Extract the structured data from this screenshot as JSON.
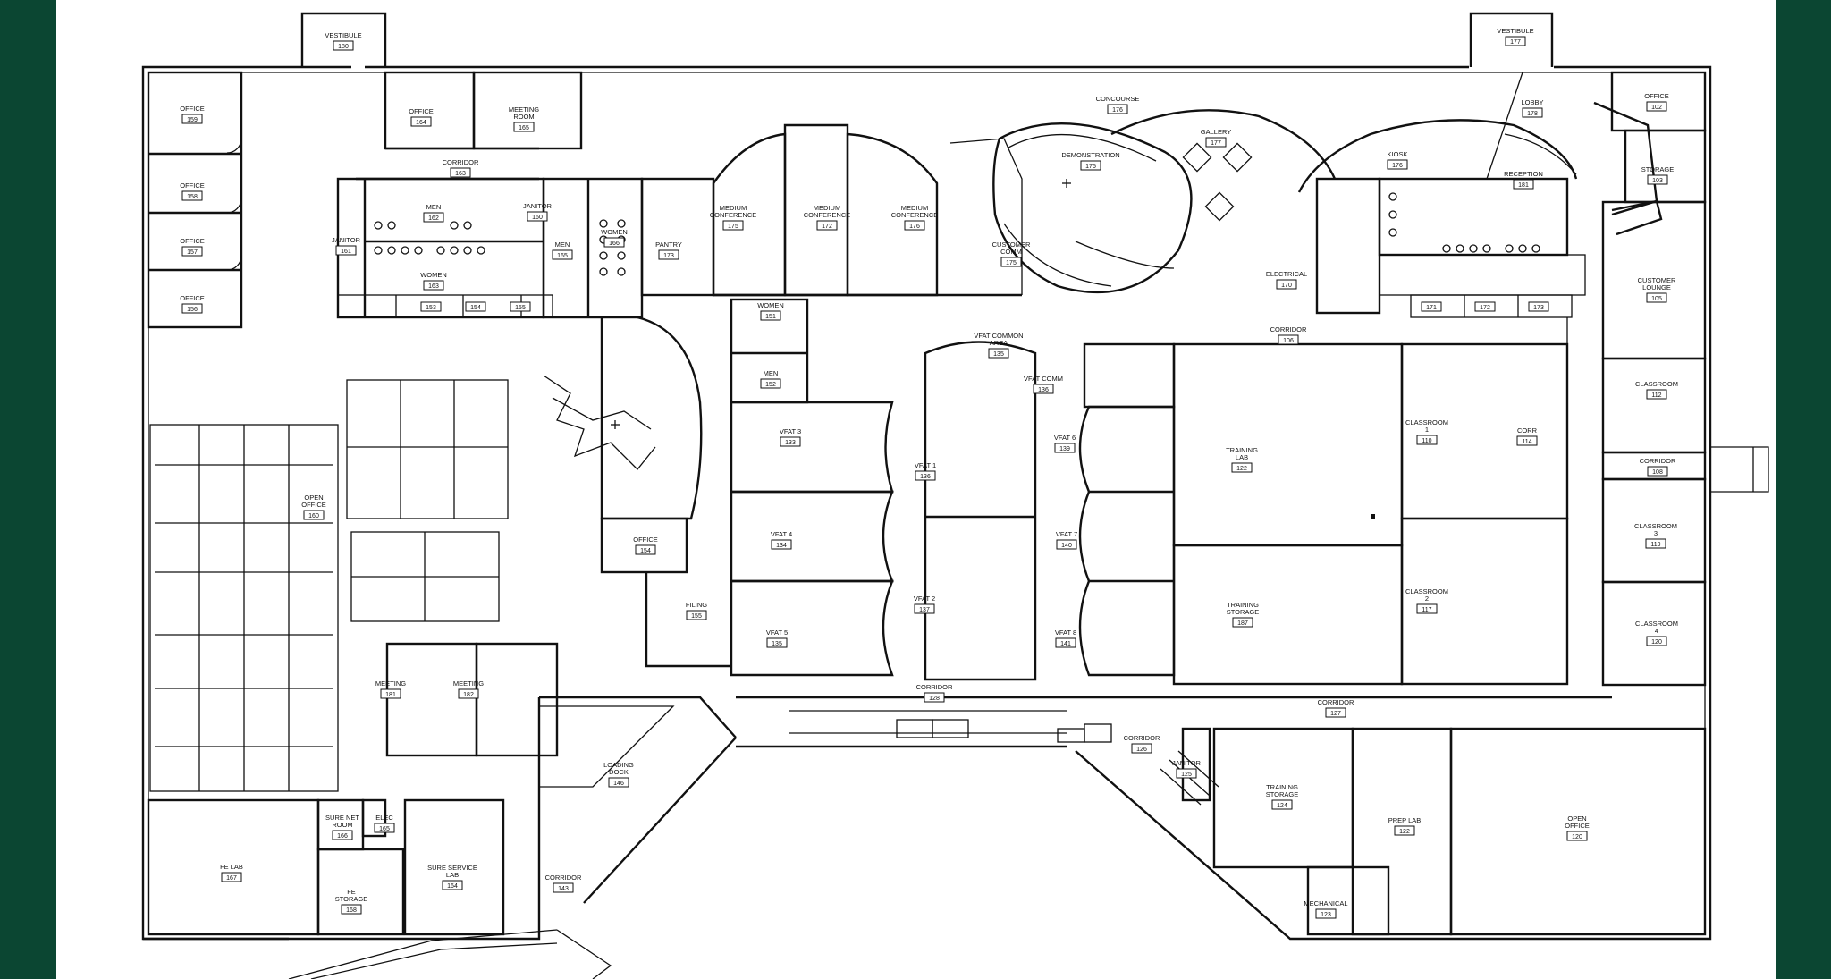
{
  "rooms": [
    {
      "name": "VESTIBULE",
      "num": "180"
    },
    {
      "name": "VESTIBULE",
      "num": "177"
    },
    {
      "name": "OFFICE",
      "num": "159"
    },
    {
      "name": "OFFICE",
      "num": "158"
    },
    {
      "name": "OFFICE",
      "num": "157"
    },
    {
      "name": "OFFICE",
      "num": "156"
    },
    {
      "name": "OFFICE",
      "num": "164"
    },
    {
      "name": "MEETING ROOM",
      "num": "165"
    },
    {
      "name": "CORRIDOR",
      "num": "163"
    },
    {
      "name": "MEN",
      "num": "162"
    },
    {
      "name": "WOMEN",
      "num": "163"
    },
    {
      "name": "JANITOR",
      "num": "161"
    },
    {
      "name": "JANITOR",
      "num": "160"
    },
    {
      "name": "MEN",
      "num": "165"
    },
    {
      "name": "WOMEN",
      "num": "166"
    },
    {
      "name": "PANTRY",
      "num": "173"
    },
    {
      "name": "MEDIUM CONFERENCE",
      "num": "175"
    },
    {
      "name": "MEDIUM CONFERENCE",
      "num": "172"
    },
    {
      "name": "MEDIUM CONFERENCE",
      "num": "176"
    },
    {
      "name": "CONCOURSE",
      "num": "176"
    },
    {
      "name": "DEMONSTRATION",
      "num": "175"
    },
    {
      "name": "GALLERY",
      "num": "177"
    },
    {
      "name": "CUSTOMER COMM",
      "num": "175"
    },
    {
      "name": "LOBBY",
      "num": "178"
    },
    {
      "name": "KIOSK",
      "num": "176"
    },
    {
      "name": "ELECTRICAL",
      "num": "170"
    },
    {
      "name": "RECEPTION",
      "num": "181"
    },
    {
      "name": "OFFICE",
      "num": "102"
    },
    {
      "name": "STORAGE",
      "num": "103"
    },
    {
      "name": "CUSTOMER LOUNGE",
      "num": "105"
    },
    {
      "name": "WOMEN",
      "num": "151"
    },
    {
      "name": "MEN",
      "num": "152"
    },
    {
      "name": "VFAT COMMON AREA",
      "num": "135"
    },
    {
      "name": "VFAT COMM",
      "num": "136"
    },
    {
      "name": "CORRIDOR",
      "num": "106"
    },
    {
      "name": "CLASSROOM",
      "num": "112"
    },
    {
      "name": "CORRIDOR",
      "num": "108"
    },
    {
      "name": "VFAT 3",
      "num": "133"
    },
    {
      "name": "VFAT 1",
      "num": "136"
    },
    {
      "name": "VFAT 6",
      "num": "139"
    },
    {
      "name": "TRAINING LAB",
      "num": "122"
    },
    {
      "name": "CLASSROOM 1",
      "num": "110"
    },
    {
      "name": "CORR",
      "num": "114"
    },
    {
      "name": "OPEN OFFICE",
      "num": "160"
    },
    {
      "name": "VFAT 4",
      "num": "134"
    },
    {
      "name": "VFAT 7",
      "num": "140"
    },
    {
      "name": "OFFICE",
      "num": "154"
    },
    {
      "name": "CLASSROOM 3",
      "num": "119"
    },
    {
      "name": "FILING",
      "num": "155"
    },
    {
      "name": "VFAT 2",
      "num": "137"
    },
    {
      "name": "TRAINING STORAGE",
      "num": "187"
    },
    {
      "name": "CLASSROOM 2",
      "num": "117"
    },
    {
      "name": "CLASSROOM 4",
      "num": "120"
    },
    {
      "name": "VFAT 5",
      "num": "135"
    },
    {
      "name": "VFAT 8",
      "num": "141"
    },
    {
      "name": "MEETING",
      "num": "181"
    },
    {
      "name": "MEETING",
      "num": "182"
    },
    {
      "name": "CORRIDOR",
      "num": "128"
    },
    {
      "name": "CORRIDOR",
      "num": "127"
    },
    {
      "name": "LOADING DOCK",
      "num": "146"
    },
    {
      "name": "CORRIDOR",
      "num": "126"
    },
    {
      "name": "JANITOR",
      "num": "125"
    },
    {
      "name": "TRAINING STORAGE",
      "num": "124"
    },
    {
      "name": "PREP LAB",
      "num": "122"
    },
    {
      "name": "OPEN OFFICE",
      "num": "120"
    },
    {
      "name": "SURE NET ROOM",
      "num": "166"
    },
    {
      "name": "ELEC",
      "num": "165"
    },
    {
      "name": "FE LAB",
      "num": "167"
    },
    {
      "name": "FE STORAGE",
      "num": "168"
    },
    {
      "name": "SURE SERVICE LAB",
      "num": "164"
    },
    {
      "name": "CORRIDOR",
      "num": "143"
    },
    {
      "name": "MECHANICAL",
      "num": "123"
    }
  ],
  "small_tags": [
    "153",
    "154",
    "155",
    "171",
    "172",
    "173"
  ]
}
